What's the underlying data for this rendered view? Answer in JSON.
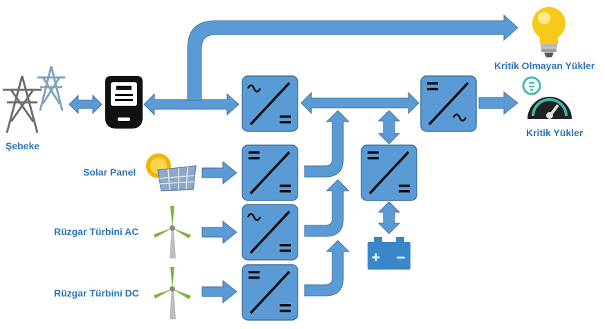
{
  "labels": {
    "grid": "Şebeke",
    "solar_panel": "Solar Panel",
    "wind_ac": "Rüzgar Türbini AC",
    "wind_dc": "Rüzgar Türbini DC",
    "non_critical_loads": "Kritik Olmayan Yükler",
    "critical_loads": "Kritik Yükler"
  },
  "converters": [
    {
      "id": "grid-inverter",
      "symbol": "AC/DC"
    },
    {
      "id": "load-inverter",
      "symbol": "DC/AC"
    },
    {
      "id": "solar-converter",
      "symbol": "DC/DC"
    },
    {
      "id": "battery-converter",
      "symbol": "DC/DC"
    },
    {
      "id": "wind-ac-rectifier",
      "symbol": "AC/DC"
    },
    {
      "id": "wind-dc-converter",
      "symbol": "DC/DC"
    }
  ],
  "battery": {
    "positive": "+",
    "negative": "−"
  },
  "colors": {
    "arrow_fill": "#5B9BD5",
    "arrow_stroke": "#41719C",
    "box_fill": "#5B9BD5",
    "label_text": "#2E74B5",
    "battery": "#3A87C8"
  },
  "icons": [
    "transmission-tower-icon",
    "electric-meter-icon",
    "light-bulb-icon",
    "gauge-icon",
    "solar-panel-icon",
    "wind-turbine-icon",
    "battery-icon"
  ]
}
